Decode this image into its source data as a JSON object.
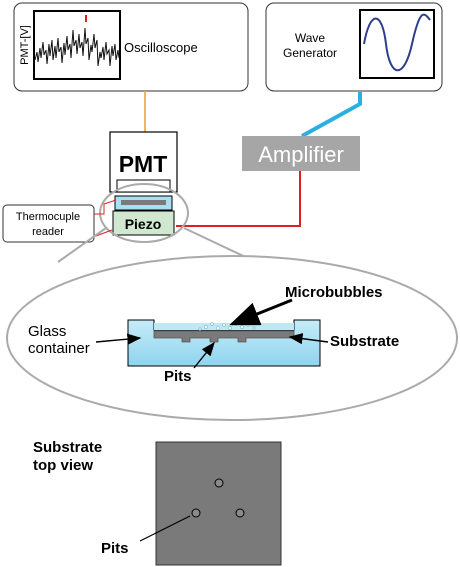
{
  "oscilloscope": {
    "label": "Oscilloscope",
    "axis_label": "PMT-[V]"
  },
  "wave_generator": {
    "label_line1": "Wave",
    "label_line2": "Generator"
  },
  "amplifier": {
    "label": "Amplifier"
  },
  "pmt": {
    "label": "PMT"
  },
  "piezo": {
    "label": "Piezo"
  },
  "thermocouple": {
    "label_line1": "Thermocuple",
    "label_line2": "reader"
  },
  "zoom_view": {
    "microbubbles_label": "Microbubbles",
    "glass_label_line1": "Glass",
    "glass_label_line2": "container",
    "substrate_label": "Substrate",
    "pits_label": "Pits"
  },
  "top_view": {
    "title_line1": "Substrate",
    "title_line2": "top view",
    "pits_label": "Pits"
  },
  "colors": {
    "orange_cable": "#f0a040",
    "blue_cable": "#2ab0e0",
    "red_cable": "#e02020",
    "amplifier_fill": "#a6a6a6",
    "substrate_fill": "#7a7a7a",
    "container_fill": "#a9dff2",
    "piezo_fill": "#cfe8cf"
  }
}
